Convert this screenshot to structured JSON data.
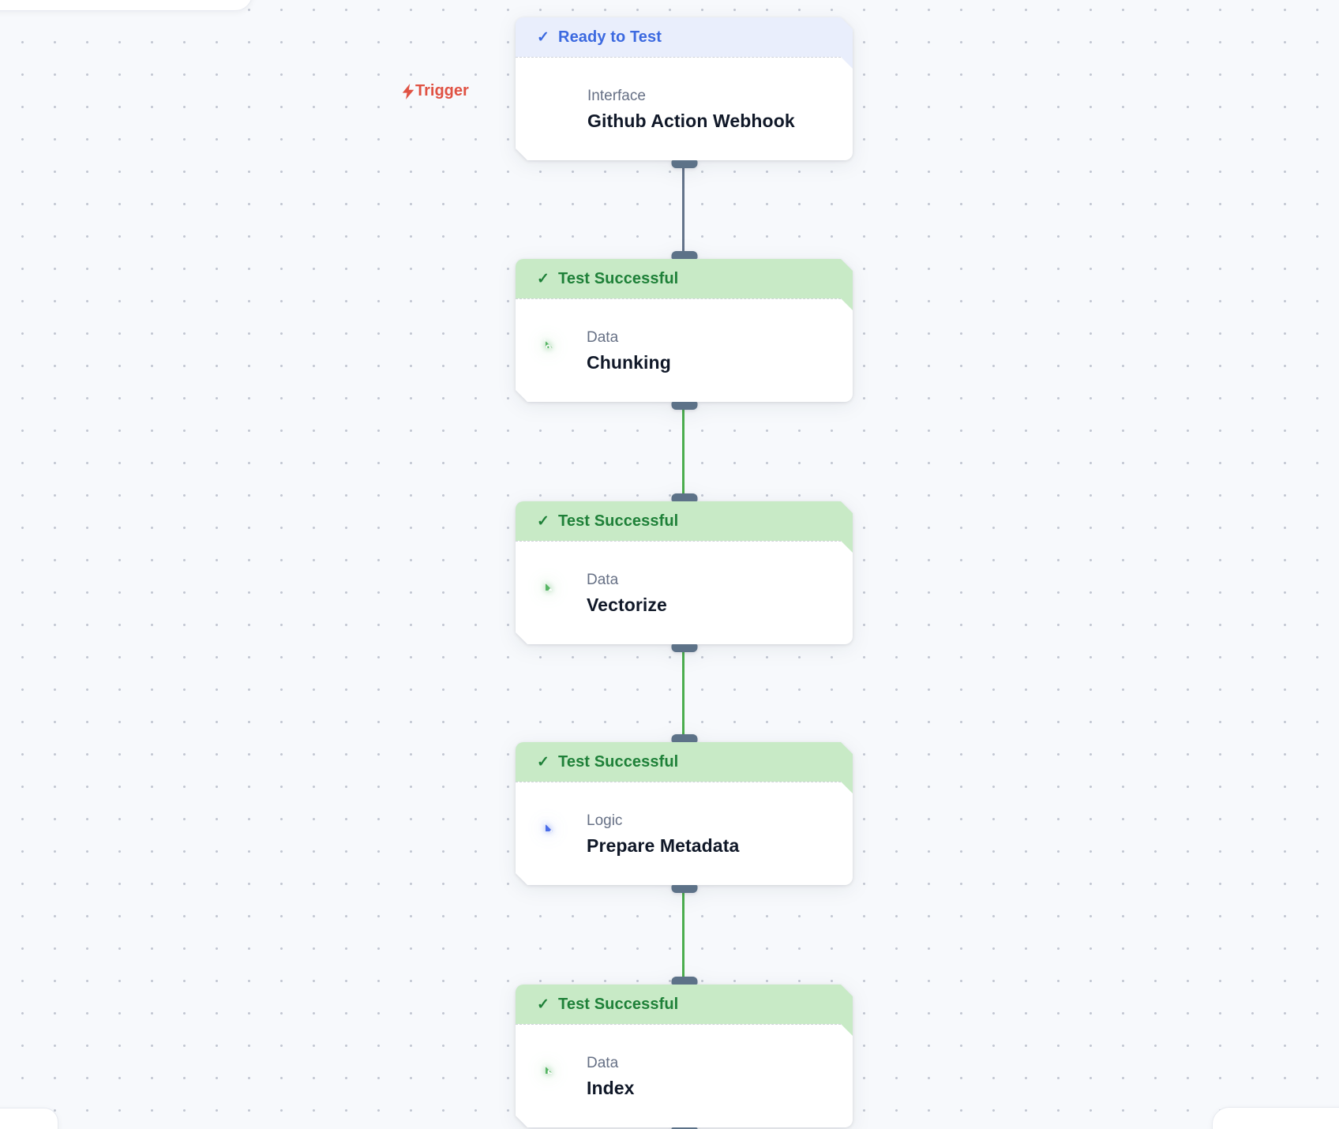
{
  "app": {
    "view": "workflow-canvas"
  },
  "glyphs": {
    "check": "✓"
  },
  "trigger": {
    "label": "Trigger",
    "icon": "lightning-bolt-icon"
  },
  "nodes": [
    {
      "status": {
        "label": "Ready to Test",
        "state": "ready",
        "icon": "check-icon"
      },
      "category": "Interface",
      "title": "Github Action Webhook",
      "icon": "webhook-icon"
    },
    {
      "status": {
        "label": "Test Successful",
        "state": "success",
        "icon": "check-icon"
      },
      "category": "Data",
      "title": "Chunking",
      "icon": "scissors-chunking-icon"
    },
    {
      "status": {
        "label": "Test Successful",
        "state": "success",
        "icon": "check-icon"
      },
      "category": "Data",
      "title": "Vectorize",
      "icon": "axes-vectorize-icon"
    },
    {
      "status": {
        "label": "Test Successful",
        "state": "success",
        "icon": "check-icon"
      },
      "category": "Logic",
      "title": "Prepare Metadata",
      "icon": "code-icon"
    },
    {
      "status": {
        "label": "Test Successful",
        "state": "success",
        "icon": "check-icon"
      },
      "category": "Data",
      "title": "Index",
      "icon": "database-lightning-icon"
    }
  ],
  "edges": [
    {
      "from": "Github Action Webhook",
      "to": "Chunking",
      "state": "pending"
    },
    {
      "from": "Chunking",
      "to": "Vectorize",
      "state": "success"
    },
    {
      "from": "Vectorize",
      "to": "Prepare Metadata",
      "state": "success"
    },
    {
      "from": "Prepare Metadata",
      "to": "Index",
      "state": "success"
    }
  ],
  "colors": {
    "canvas_bg": "#f7f9fc",
    "dot_grid": "#c2c7d2",
    "ready_banner_bg": "#e9eefc",
    "ready_text": "#3b69e0",
    "success_banner_bg": "#c8eac6",
    "success_text": "#1e8038",
    "card_bg": "#ffffff",
    "category_text": "#667085",
    "title_text": "#101828",
    "trigger_text": "#e05243",
    "edge_pending": "#64748b",
    "edge_success": "#4cae4f",
    "handle": "#5d7288",
    "icon_green": "#57b564",
    "icon_blue": "#4a6de8",
    "webhook_red": "#d94030",
    "webhook_icon_bg": "#f1f2f4"
  }
}
